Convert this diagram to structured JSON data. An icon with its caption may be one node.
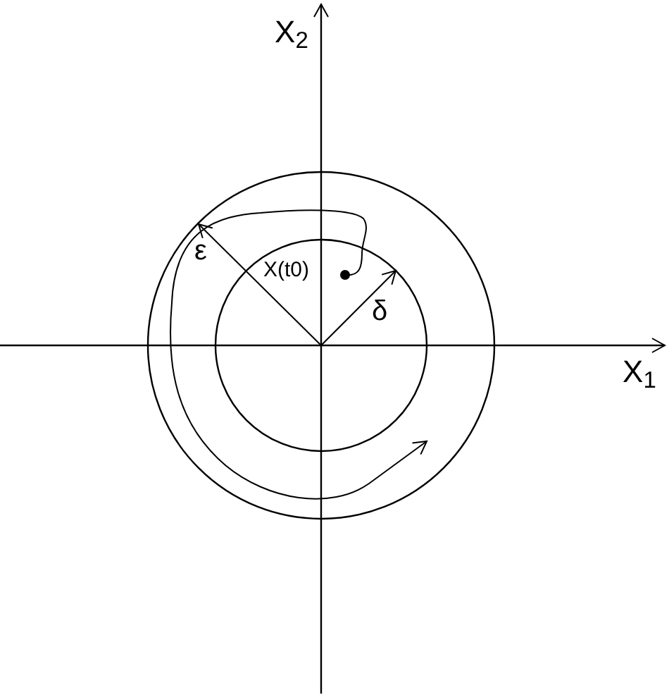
{
  "diagram": {
    "labels": [
      "X$_{2}$",
      "ε",
      "X(t0)",
      "δ",
      "X$_{1}$"
    ]
  }
}
